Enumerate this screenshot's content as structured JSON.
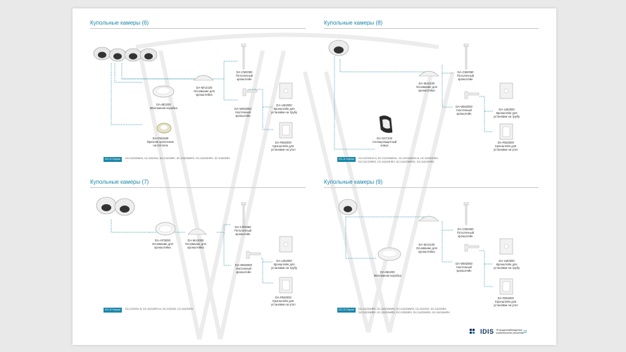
{
  "sections": {
    "s6": {
      "title": "Купольные камеры (6)",
      "badge": "DC-D Серия",
      "models": [
        "DC-D2233WHX, DC-D3233X, DC-D3233RX, DC-D3233WRX, DC-D3233HRX, DC-D3533RX"
      ],
      "labels": {
        "ma2100": [
          "DA-MA2100",
          "Основание для",
          "кронштейна"
        ],
        "cm2050": [
          "DA-CM2050",
          "Потолочный",
          "кронштейн"
        ],
        "ib2200": [
          "DA-IB2200",
          "Монтажная коробка"
        ],
        "fm1500": [
          "DA-FM1500",
          "Врезное крепление",
          "на потолок"
        ],
        "wm2050": [
          "DA-WM2050",
          "Настенный",
          "кронштейн"
        ],
        "lm2000": [
          "DA-LM2000",
          "Кронштейн для",
          "установки на трубу"
        ],
        "rm2000": [
          "DA-RM2000",
          "Кронштейн для",
          "установки на угол"
        ]
      }
    },
    "s8": {
      "title": "Купольные камеры (8)",
      "badge": "DC-D Серия",
      "models": [
        "DC-D2233HX-N, DC-D2233WRXL, DC-D2243WRX-N, DC-D3533HRX,",
        "DC-D2C33HRX, DC-D4233HRX, DC-D4233WRXL, DC-D4243HRX"
      ],
      "labels": {
        "ma2100": [
          "DA-MA2100",
          "Основание для",
          "кронштейна"
        ],
        "cm2050": [
          "DA-CM2050",
          "Потолочный",
          "кронштейн"
        ],
        "wm2050": [
          "DA-WM2050",
          "Настенный",
          "кронштейн"
        ],
        "lm2000": [
          "DA-LM2000",
          "Кронштейн для",
          "установки на трубу"
        ],
        "rm2000": [
          "DA-RM2000",
          "Кронштейн для",
          "установки на угол"
        ],
        "ss7100": [
          "DA-SS7100",
          "Солнцезащитный",
          "кожух"
        ]
      }
    },
    "s7": {
      "title": "Купольные камеры (7)",
      "badge": "DC-D Серия",
      "models": [
        "DC-D2233X-N, DC-D2233RX-N, DC-D4233X, DC-D4233RX"
      ],
      "labels": {
        "ap3000": [
          "DA-AP3000",
          "Основание для",
          "кронштейна"
        ],
        "ma2000": [
          "DA-MA2000",
          "Основание для",
          "кронштейна"
        ],
        "cm2050": [
          "DA-CM2050",
          "Потолочный",
          "кронштейн"
        ],
        "wm2050": [
          "DA-WM2050",
          "Настенный",
          "кронштейн"
        ],
        "lm2000": [
          "DA-LM2000",
          "Кронштейн для",
          "установки на трубу"
        ],
        "rm2000": [
          "DA-RM2000",
          "Кронштейн для",
          "установки на угол"
        ]
      }
    },
    "s9": {
      "title": "Купольные камеры (9)",
      "badge": "DC-D Серия",
      "models": [
        "DC-D4233HRX, DC-D4233WRX, DC-D4223WRX, DC-D3233X, DC-D4233RX,",
        "DC-D3233HRX, DC-D3233WRX, DC-D3533RX, DC-D4233HRX, DC-D4216WRX"
      ],
      "labels": {
        "ma2100": [
          "DA-MA2100",
          "Основание для",
          "кронштейна"
        ],
        "cm2050": [
          "DA-CM2050",
          "Потолочный",
          "кронштейн"
        ],
        "ib2200": [
          "DA-IB2200",
          "Монтажная коробка"
        ],
        "wm2050": [
          "DA-WM2050",
          "Настенный",
          "кронштейн"
        ],
        "lm2000": [
          "DA-LM2000",
          "Кронштейн для",
          "установки на трубу"
        ],
        "rm2000": [
          "DA-RM2000",
          "Кронштейн для",
          "установки на угол"
        ]
      }
    }
  },
  "footer": {
    "logo": "IDIS",
    "tagline": [
      "IP-видеонаблюдение",
      "комплексное решение"
    ],
    "page_number": "32"
  },
  "colors": {
    "accent": "#1a86a8",
    "connector": "#1a86a8"
  }
}
